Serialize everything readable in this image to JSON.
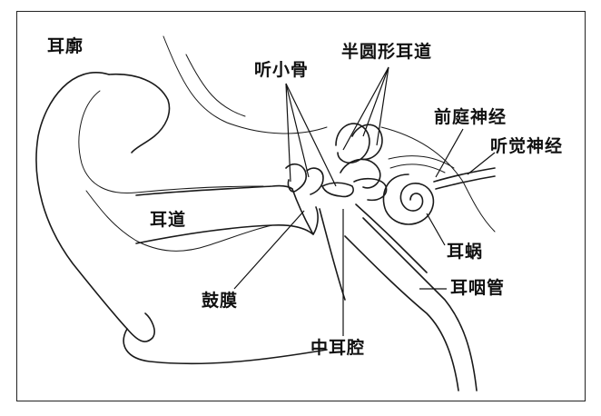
{
  "labels": {
    "auricle": "耳廓",
    "ossicles": "听小骨",
    "semicircular_canals": "半圆形耳道",
    "vestibular_nerve": "前庭神经",
    "auditory_nerve": "听觉神经",
    "ear_canal": "耳道",
    "cochlea": "耳蜗",
    "eustachian_tube": "耳咽管",
    "eardrum": "鼓膜",
    "middle_ear_cavity": "中耳腔"
  },
  "colors": {
    "ink": "#1a1a1a",
    "background": "#ffffff"
  }
}
